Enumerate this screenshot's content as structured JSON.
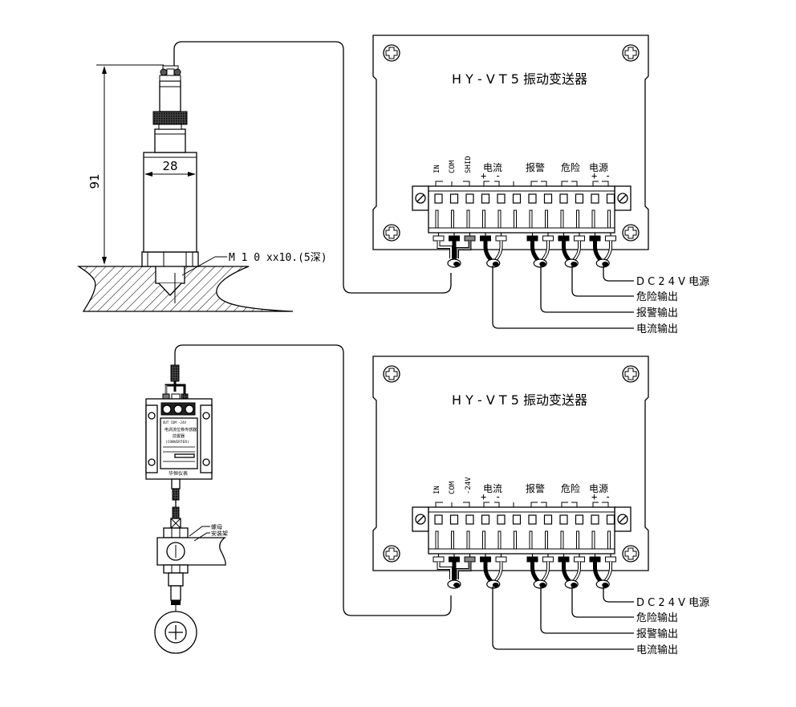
{
  "diagram": {
    "sensor": {
      "height_dim": "91",
      "width_dim": "28",
      "thread_note": "M 1 0 xx10.(5深)"
    },
    "transmitter_top": {
      "title": "H Y - V T 5 振动变送器",
      "terminal_labels": [
        "IN",
        "COM",
        "SHID"
      ],
      "group_labels": [
        "电流",
        "报警",
        "危险",
        "电源"
      ],
      "polarity": [
        "+",
        "-",
        "+",
        "-"
      ],
      "outputs": [
        "D C 2 4 V 电源",
        "危险输出",
        "报警输出",
        "电流输出"
      ]
    },
    "converter": {
      "terminal_row": "OUT   COM   -24V",
      "name": "电涡流位移传感器",
      "subtitle": "前置器",
      "model": "(CONVERTER)",
      "maker": "华恒仪表",
      "annotations": [
        "螺母",
        "安装架"
      ]
    },
    "transmitter_bottom": {
      "title": "H Y - V T 5 振动变送器",
      "terminal_labels": [
        "IN",
        "COM",
        "-24V"
      ],
      "group_labels": [
        "电流",
        "报警",
        "危险",
        "电源"
      ],
      "polarity": [
        "+",
        "-",
        "+",
        "-"
      ],
      "outputs": [
        "D C 2 4 V 电源",
        "危险输出",
        "报警输出",
        "电流输出"
      ]
    }
  }
}
